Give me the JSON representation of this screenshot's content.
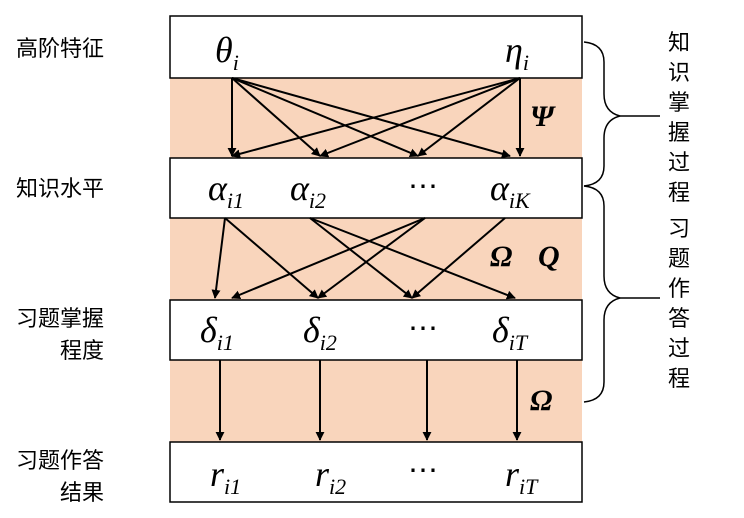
{
  "colors": {
    "band": "#f9d5bc",
    "box_fill": "#ffffff",
    "stroke": "#000000"
  },
  "row_labels": {
    "higher_order": "高阶特征",
    "knowledge": "知识水平",
    "mastery_line1": "习题掌握",
    "mastery_line2": "程度",
    "response_line1": "习题作答",
    "response_line2": "结果"
  },
  "row1": {
    "theta": "θ",
    "theta_sub": "i",
    "eta": "η",
    "eta_sub": "i"
  },
  "row2": {
    "a1": "α",
    "a1_sub": "i1",
    "a2": "α",
    "a2_sub": "i2",
    "dots": "⋯",
    "aK": "α",
    "aK_sub": "iK"
  },
  "row3": {
    "d1": "δ",
    "d1_sub": "i1",
    "d2": "δ",
    "d2_sub": "i2",
    "dots": "⋯",
    "dT": "δ",
    "dT_sub": "iT"
  },
  "row4": {
    "r1": "r",
    "r1_sub": "i1",
    "r2": "r",
    "r2_sub": "i2",
    "dots": "⋯",
    "rT": "r",
    "rT_sub": "iT"
  },
  "band_labels": {
    "psi": "Ψ",
    "omega1": "Ω",
    "q": "Q",
    "omega2": "Ω"
  },
  "process_labels": {
    "knowledge_mastery": [
      "知",
      "识",
      "掌",
      "握",
      "过",
      "程"
    ],
    "exercise_response": [
      "习",
      "题",
      "作",
      "答",
      "过",
      "程"
    ]
  }
}
